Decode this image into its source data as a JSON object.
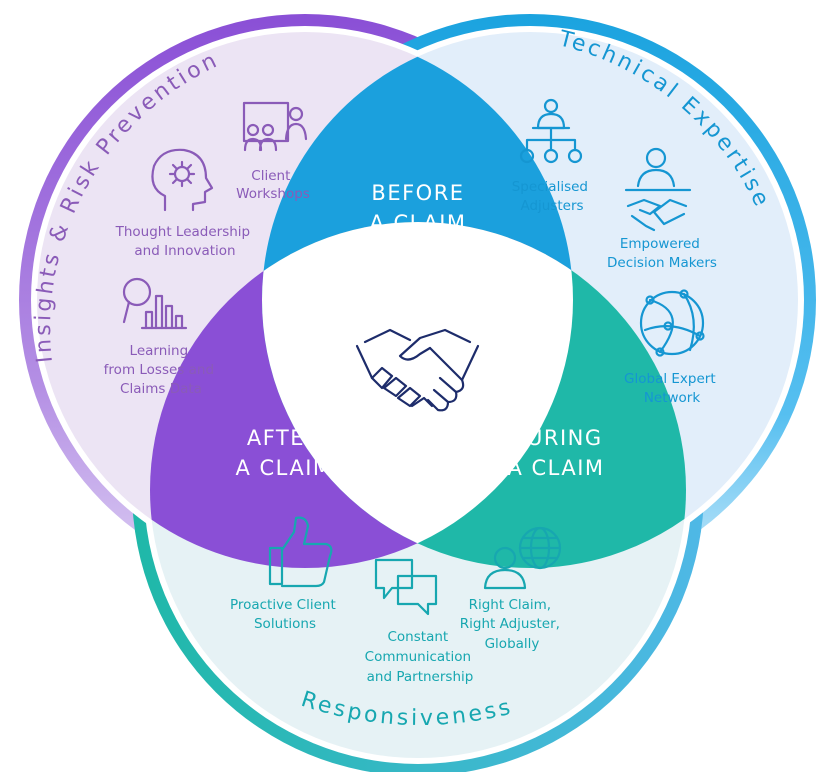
{
  "colors": {
    "purple": "#8a4fd6",
    "purple_text": "#8a5bb8",
    "blue": "#1ba3df",
    "blue_text": "#1596d2",
    "teal": "#1fb8a8",
    "teal_text": "#17a7b0",
    "navy": "#1d2c6b",
    "fill_purple": "#ece4f4",
    "fill_blue": "#e2eefa",
    "fill_teal": "#e6f2f5"
  },
  "rings": {
    "insights": "Insights & Risk Prevention",
    "technical": "Technical Expertise",
    "responsiveness": "Responsiveness"
  },
  "phases": {
    "before": [
      "BEFORE",
      "A CLAIM"
    ],
    "after": [
      "AFTER",
      "A CLAIM"
    ],
    "during": [
      "DURING",
      "A CLAIM"
    ]
  },
  "center": {
    "icon": "handshake-icon"
  },
  "insights_items": [
    {
      "icon": "workshop-presenter-icon",
      "lines": [
        "Client",
        "Workshops"
      ]
    },
    {
      "icon": "head-gear-icon",
      "lines": [
        "Thought Leadership",
        "and Innovation"
      ]
    },
    {
      "icon": "magnifier-bars-icon",
      "lines": [
        "Learning",
        "from Losses and",
        "Claims Data"
      ]
    }
  ],
  "technical_items": [
    {
      "icon": "org-hierarchy-icon",
      "lines": [
        "Specialised",
        "Adjusters"
      ]
    },
    {
      "icon": "person-handshake-icon",
      "lines": [
        "Empowered",
        "Decision Makers"
      ]
    },
    {
      "icon": "globe-network-icon",
      "lines": [
        "Global Expert",
        "Network"
      ]
    }
  ],
  "responsiveness_items": [
    {
      "icon": "thumbs-up-icon",
      "lines": [
        "Proactive Client",
        "Solutions"
      ]
    },
    {
      "icon": "speech-bubbles-icon",
      "lines": [
        "Constant",
        "Communication",
        "and Partnership"
      ]
    },
    {
      "icon": "person-globe-icon",
      "lines": [
        "Right Claim,",
        "Right Adjuster,",
        "Globally"
      ]
    }
  ]
}
